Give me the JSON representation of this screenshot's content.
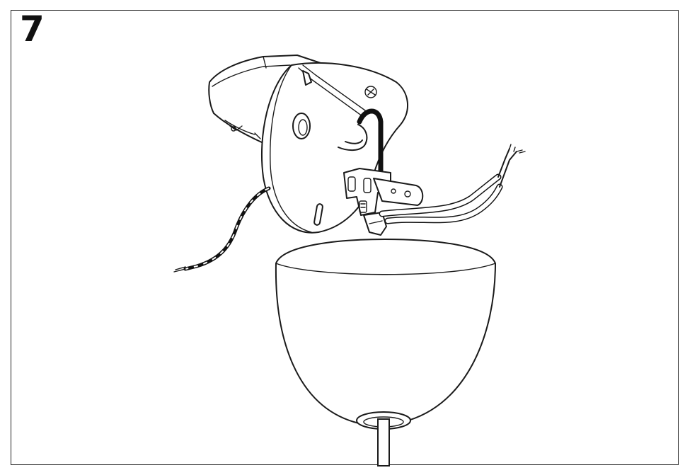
{
  "step": {
    "number": "7"
  },
  "colors": {
    "line": "#1a1a1a",
    "background": "#ffffff",
    "wire_dark": "#111111"
  },
  "parts": [
    {
      "name": "ceiling-junction-box"
    },
    {
      "name": "mounting-plate"
    },
    {
      "name": "hook"
    },
    {
      "name": "cable-clamp"
    },
    {
      "name": "supply-wires-right"
    },
    {
      "name": "twisted-wire-left"
    },
    {
      "name": "ceiling-canopy-cup"
    },
    {
      "name": "suspension-cord"
    }
  ]
}
